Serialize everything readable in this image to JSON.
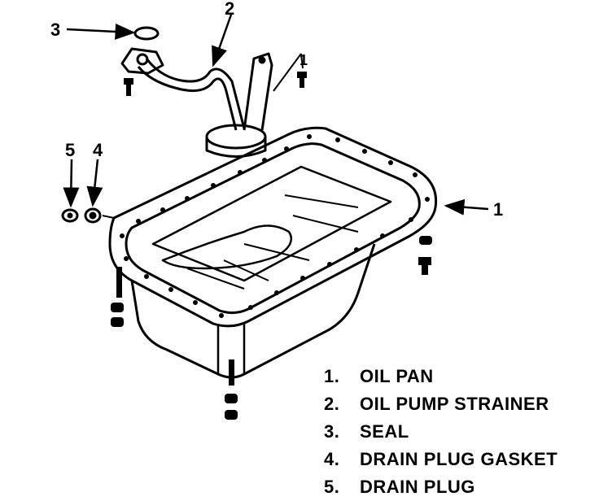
{
  "callouts": {
    "c1": "1",
    "c2": "2",
    "c3": "3",
    "c4": "4",
    "c5": "5"
  },
  "legend": [
    {
      "num": "1.",
      "label": "OIL PAN"
    },
    {
      "num": "2.",
      "label": "OIL PUMP STRAINER"
    },
    {
      "num": "3.",
      "label": "SEAL"
    },
    {
      "num": "4.",
      "label": "DRAIN PLUG GASKET"
    },
    {
      "num": "5.",
      "label": "DRAIN PLUG"
    }
  ],
  "colors": {
    "ink": "#000000",
    "paper": "#ffffff"
  }
}
